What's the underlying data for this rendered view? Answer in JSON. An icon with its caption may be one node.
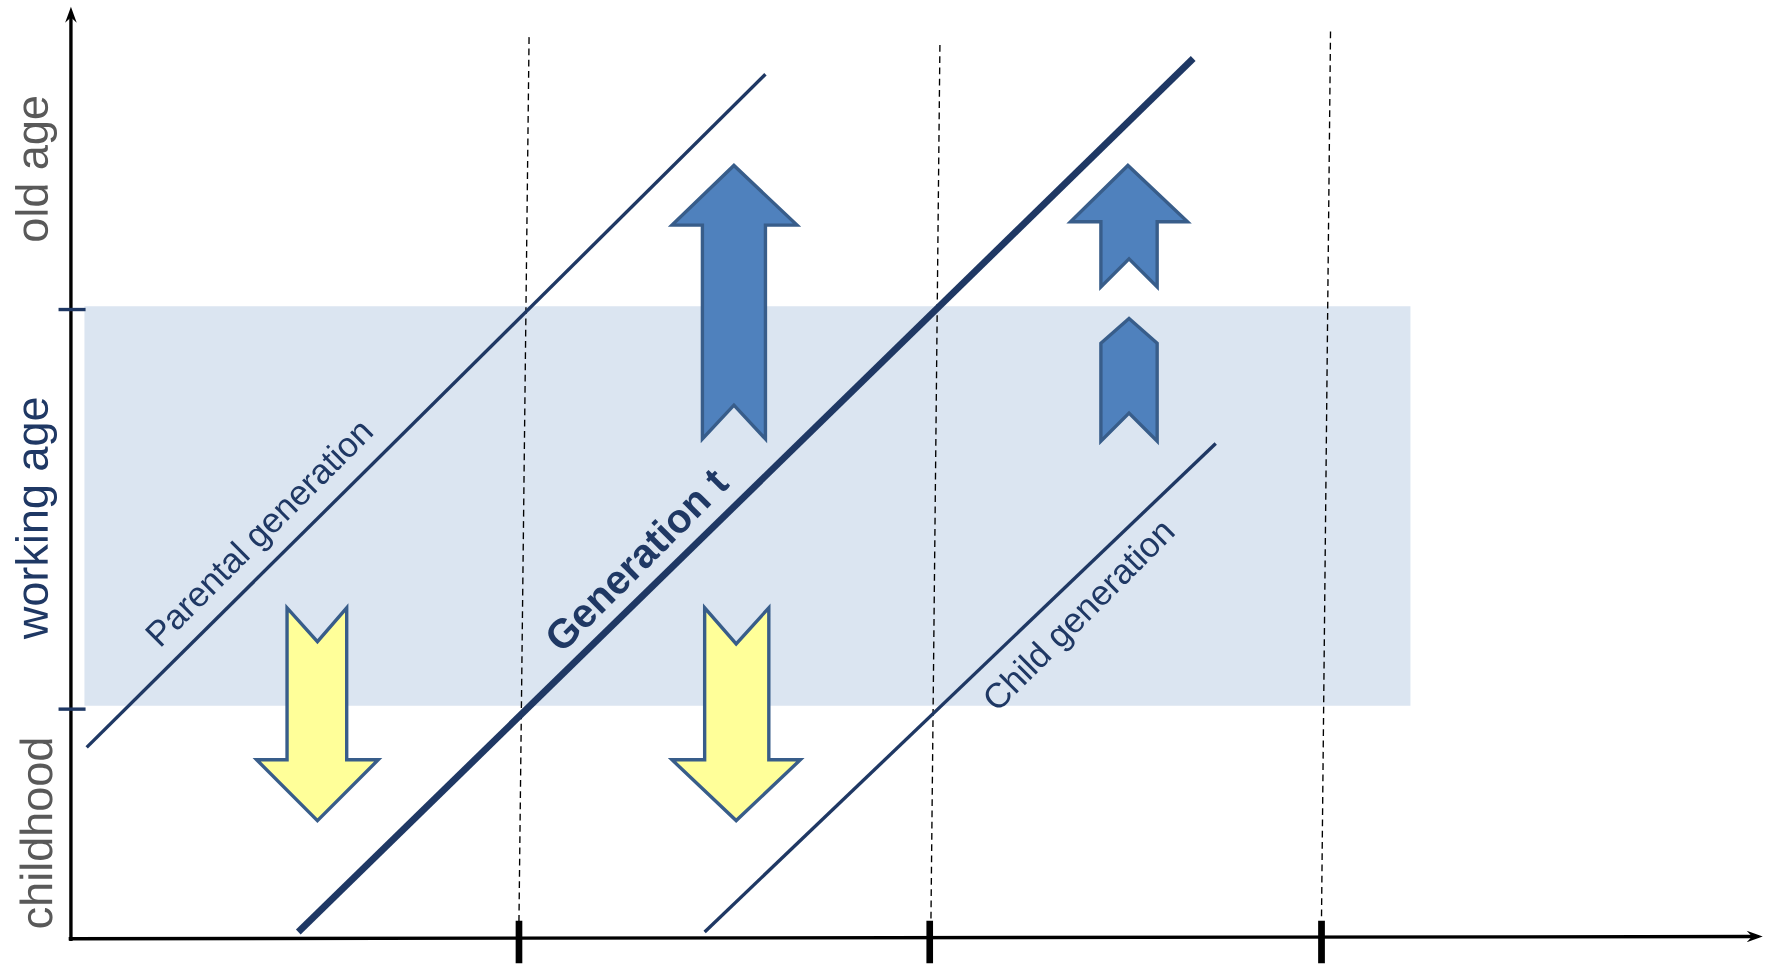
{
  "diagram": {
    "labels": [
      "old age",
      "working age",
      "childhood",
      "Parental generation",
      "Generation t",
      "Child generation"
    ]
  }
}
